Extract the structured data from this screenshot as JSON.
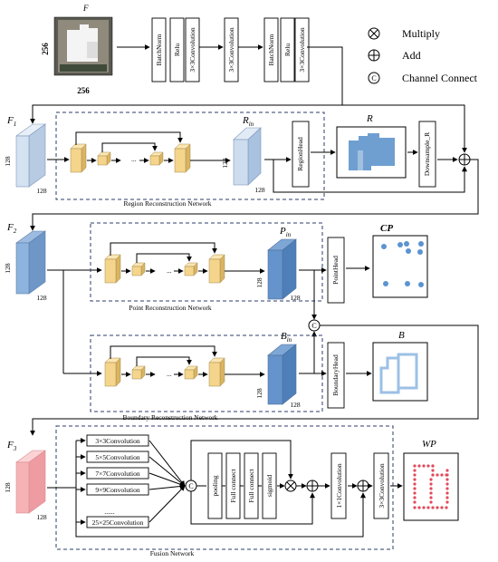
{
  "input": {
    "label": "F",
    "dim_side": "256",
    "dim_bottom": "256"
  },
  "head_ops": [
    "BatchNorm",
    "Relu",
    "3×3Convolution",
    "3×3Convolution",
    "BatchNorm",
    "Relu",
    "3×3Convolution"
  ],
  "legend": {
    "multiply": "Multiply",
    "add": "Add",
    "channel": "Channel Connect",
    "channel_symbol": "C"
  },
  "dims": {
    "d128": "128"
  },
  "region": {
    "feature_label": "F",
    "feature_sub": "1",
    "r_in": "R",
    "r_in_sub": "in",
    "head": "RegionHead",
    "output": "R",
    "downsample": "Downsample_R",
    "caption": "Region Reconstruction Network",
    "dots": "..."
  },
  "point": {
    "feature_label": "F",
    "feature_sub": "2",
    "p_in": "P",
    "p_in_sub": "in",
    "head": "PointHead",
    "output": "CP",
    "caption": "Point Reconstruction Network",
    "dots": "..."
  },
  "boundary": {
    "b_in": "B",
    "b_in_sub": "in",
    "head": "BoundaryHead",
    "output": "B",
    "caption": "Boundary Reconstruction Network",
    "dots": "..."
  },
  "fusion": {
    "feature_label": "F",
    "feature_sub": "3",
    "convs": [
      "3×3Convolution",
      "5×5Convolution",
      "7×7Convolution",
      "9×9Convolution",
      "25×25Convolution"
    ],
    "ellipsis": "......",
    "ops": [
      "pooling",
      "Full connect",
      "Full connect",
      "sigmoid"
    ],
    "conv1": "1×1Convolution",
    "conv3": "3×3Convolution",
    "output": "WP",
    "caption": "Fusion Network"
  },
  "colors": {
    "yellow": "#f5d58c",
    "blue_light": "#d4e2f2",
    "blue": "#8db3de",
    "blue_dark": "#5b8fc9",
    "pink": "#f6b3b6",
    "region_fill": "#6f9fd0",
    "point_fill": "#5a94d1",
    "boundary_stroke": "#9cc0e6",
    "wp_dot": "#e24a5c",
    "dash": "#2c3e6b"
  }
}
